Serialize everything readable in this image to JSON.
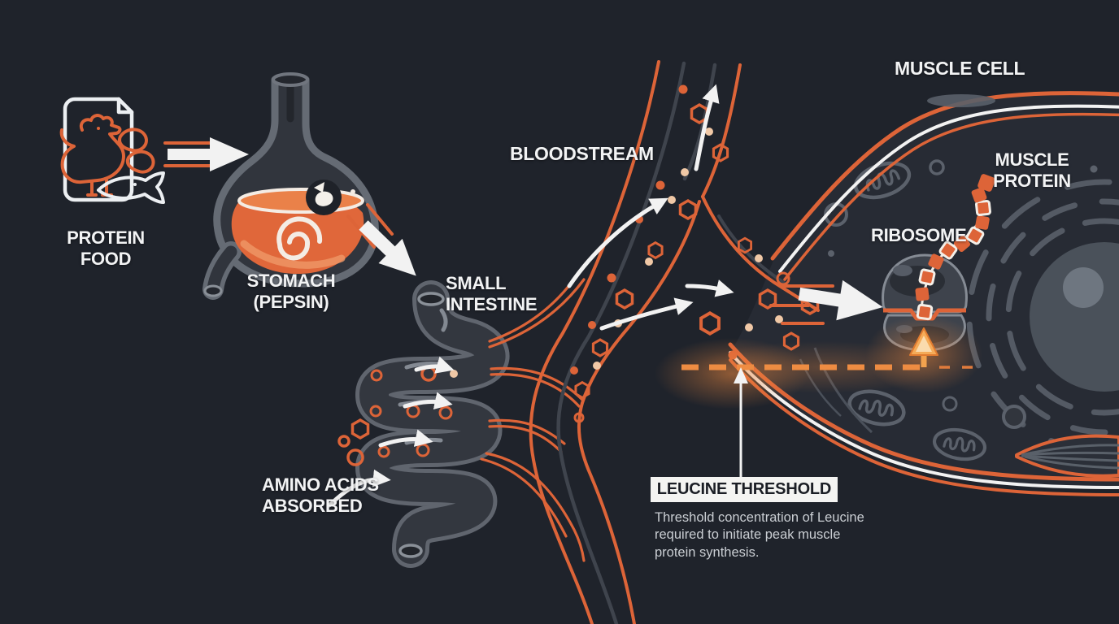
{
  "diagram": {
    "title_implied": "Protein digestion to muscle protein synthesis pathway",
    "background_color": "#1f232b",
    "accent_orange": "#dd6438",
    "threshold_orange": "#ee8c42",
    "labels": {
      "protein_food": "PROTEIN FOOD",
      "stomach": "STOMACH (PEPSIN)",
      "small_intestine": "SMALL INTESTINE",
      "amino_acids": "AMINO ACIDS ABSORBED",
      "bloodstream": "BLOODSTREAM",
      "muscle_cell": "MUSCLE CELL",
      "ribosome": "RIBOSOME",
      "muscle_protein": "MUSCLE PROTEIN"
    },
    "callout": {
      "title": "LEUCINE THRESHOLD",
      "description": "Threshold concentration of Leucine required to initiate peak muscle protein synthesis."
    },
    "icons": [
      "protein-food-card-icon",
      "chicken-icon",
      "beans-icon",
      "fish-icon",
      "stomach-icon",
      "pepsin-enzyme-icon",
      "small-intestine-icon",
      "amino-acid-hexagon-icon",
      "blood-vessel-icon",
      "flow-arrow-icon",
      "muscle-cell-membrane-icon",
      "mitochondria-icon",
      "nucleus-icon",
      "golgi-icon",
      "ribosome-icon",
      "muscle-protein-chain-icon",
      "muscle-fiber-icon",
      "threshold-dashed-line",
      "threshold-up-arrow-icon",
      "callout-pointer-arrow-icon"
    ]
  }
}
